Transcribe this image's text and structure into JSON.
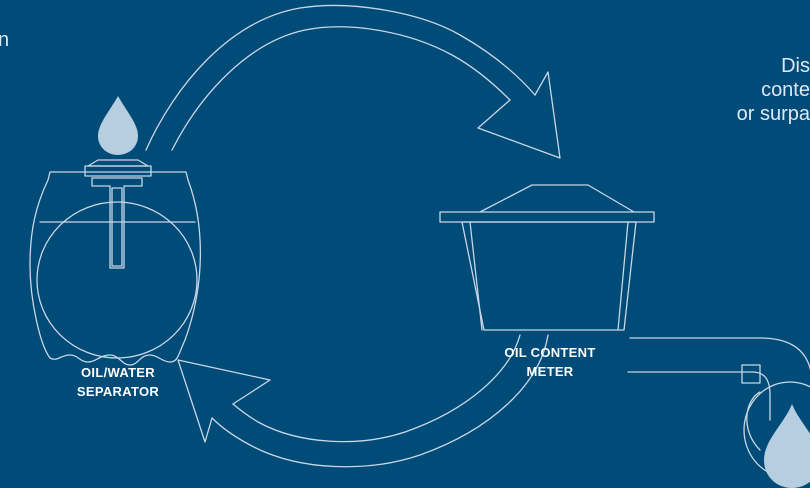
{
  "diagram": {
    "left_edge_text": "n",
    "right_edge_text": {
      "line1": "Dis",
      "line2": "conte",
      "line3": "or surpa"
    },
    "separator": {
      "line1": "OIL/WATER",
      "line2": "SEPARATOR"
    },
    "meter": {
      "line1": "OIL CONTENT",
      "line2": "METER"
    }
  },
  "colors": {
    "background": "#004b77",
    "outline": "#c9d7e6",
    "droplet": "#b7cde0",
    "label": "#ffffff"
  },
  "icons": [
    "oil-droplet-icon",
    "recirculation-arrow-icon",
    "discharge-droplet-icon"
  ]
}
